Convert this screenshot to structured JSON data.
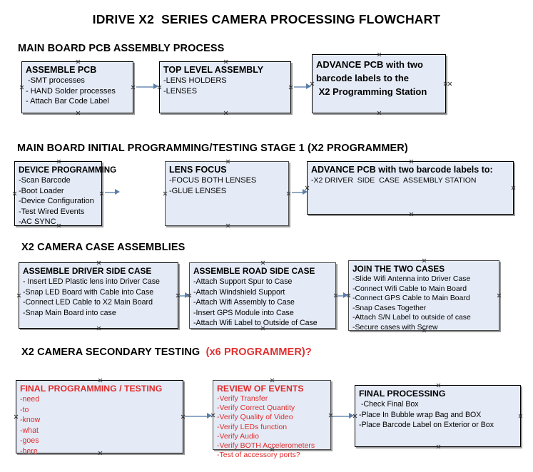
{
  "document": {
    "title": "IDRIVE X2  SERIES CAMERA PROCESSING FLOWCHART"
  },
  "sections": [
    {
      "id": "main-board-pcb-assembly-process",
      "heading": "MAIN BOARD PCB ASSEMBLY PROCESS",
      "heading_accent": "",
      "nodes": [
        {
          "id": "assemble-pcb",
          "title": "ASSEMBLE PCB",
          "lines": [
            " -SMT processes",
            "- HAND Solder processes",
            "- Attach Bar Code Label"
          ]
        },
        {
          "id": "top-level-assembly",
          "title": "TOP LEVEL ASSEMBLY",
          "lines": [
            "-LENS HOLDERS",
            "-LENSES"
          ]
        },
        {
          "id": "advance-pcb-to-x2-programming-station",
          "title": "ADVANCE PCB with two\nbarcode labels to the\n X2 Programming Station",
          "lines": []
        }
      ]
    },
    {
      "id": "main-board-initial-programming-testing-stage-1",
      "heading": "MAIN BOARD INITIAL PROGRAMMING/TESTING STAGE 1 (X2 PROGRAMMER)",
      "heading_accent": "",
      "nodes": [
        {
          "id": "device-programming",
          "title": "DEVICE PROGRAMMING",
          "lines": [
            "-Scan Barcode",
            "-Boot Loader",
            "-Device Configuration",
            "-Test Wired Events",
            "-AC SYNC"
          ]
        },
        {
          "id": "lens-focus",
          "title": "LENS FOCUS",
          "lines": [
            "-FOCUS BOTH LENSES",
            "-GLUE LENSES"
          ]
        },
        {
          "id": "advance-pcb-to-driver-side-case-assembly-station",
          "title": "ADVANCE PCB with two barcode labels to:",
          "lines": [
            "-X2 DRIVER  SIDE  CASE  ASSEMBLY STATION"
          ]
        }
      ]
    },
    {
      "id": "x2-camera-case-assemblies",
      "heading": "X2 CAMERA CASE ASSEMBLIES",
      "heading_accent": "",
      "nodes": [
        {
          "id": "assemble-driver-side-case",
          "title": "ASSEMBLE DRIVER SIDE CASE",
          "lines": [
            "- Insert LED Plastic lens into Driver Case",
            "-Snap LED Board with Cable into Case",
            "-Connect LED Cable to X2 Main Board",
            "-Snap Main Board into case"
          ]
        },
        {
          "id": "assemble-road-side-case",
          "title": "ASSEMBLE ROAD SIDE CASE",
          "lines": [
            "-Attach Support Spur to Case",
            "-Attach Windshield Support",
            "-Attach Wifi Assembly to Case",
            "-Insert GPS Module into Case",
            "-Attach Wifi Label to Outside of Case"
          ]
        },
        {
          "id": "join-the-two-cases",
          "title": "JOIN THE TWO CASES",
          "lines": [
            "-Slide Wifi Antenna into Driver Case",
            "-Connect Wifi Cable to Main Board",
            "-Connect GPS Cable to Main Board",
            "-Snap Cases Together",
            "-Attach S/N Label to outside of case",
            "-Secure cases with Screw"
          ]
        }
      ]
    },
    {
      "id": "x2-camera-secondary-testing",
      "heading": "X2 CAMERA SECONDARY TESTING  ",
      "heading_accent": "(x6 PROGRAMMER)?",
      "nodes": [
        {
          "id": "final-programming-testing",
          "title": "FINAL PROGRAMMING / TESTING",
          "lines": [
            "-need",
            "-to",
            "-know",
            "-what",
            "-goes",
            "-here"
          ]
        },
        {
          "id": "review-of-events",
          "title": "REVIEW OF EVENTS",
          "lines": [
            "-Verify Transfer",
            "-Verify Correct Quantity",
            "-Verify Quality of Video",
            "-Verify LEDs function",
            "-Verify Audio",
            "-Verify BOTH Accelerometers",
            "-Test of accessory ports?"
          ]
        },
        {
          "id": "final-processing",
          "title": "FINAL PROCESSING",
          "lines": [
            " -Check Final Box",
            "-Place In Bubble wrap Bag and BOX",
            "-Place Barcode Label on Exterior or Box"
          ]
        }
      ]
    }
  ],
  "colors": {
    "node_fill": "#e5ebf6",
    "node_border": "#000000",
    "connector": "#8fa9c6",
    "arrow": "#5b7fa8",
    "accent_red": "#e02b2b",
    "text": "#000000",
    "background": "#ffffff"
  }
}
